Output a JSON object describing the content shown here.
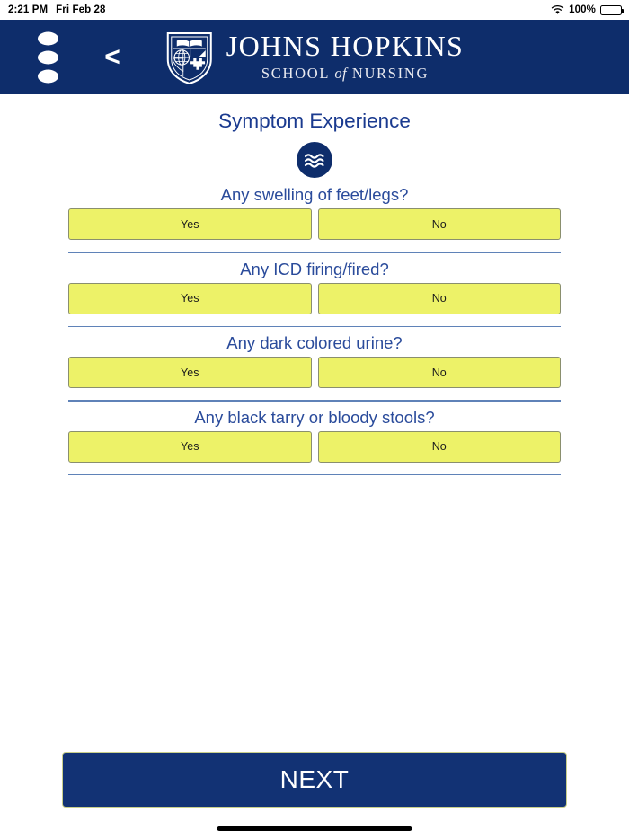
{
  "status_bar": {
    "time": "2:21 PM",
    "date": "Fri Feb 28",
    "wifi_icon": "wifi-icon",
    "battery_percent": "100%",
    "battery_icon": "battery-full-icon"
  },
  "header": {
    "menu_icon": "menu-dots-icon",
    "back_icon": "back-chevron-icon",
    "back_label": "<",
    "logo": {
      "shield_icon": "johns-hopkins-shield-icon",
      "line1": "JOHNS HOPKINS",
      "line2_pre": "SCHOOL",
      "line2_it": "of",
      "line2_post": "NURSING"
    },
    "background_color": "#0e2d6b"
  },
  "main": {
    "title": "Symptom Experience",
    "badge_icon": "waves-icon",
    "accent_color": "#1a3a8f",
    "choice_color": "#edf268",
    "questions": [
      {
        "text": "Any swelling of feet/legs?",
        "options": [
          {
            "label": "Yes",
            "value": "yes"
          },
          {
            "label": "No",
            "value": "no"
          }
        ]
      },
      {
        "text": "Any ICD firing/fired?",
        "options": [
          {
            "label": "Yes",
            "value": "yes"
          },
          {
            "label": "No",
            "value": "no"
          }
        ]
      },
      {
        "text": "Any dark colored urine?",
        "options": [
          {
            "label": "Yes",
            "value": "yes"
          },
          {
            "label": "No",
            "value": "no"
          }
        ]
      },
      {
        "text": "Any black tarry or bloody stools?",
        "options": [
          {
            "label": "Yes",
            "value": "yes"
          },
          {
            "label": "No",
            "value": "no"
          }
        ]
      }
    ]
  },
  "footer": {
    "next_label": "NEXT",
    "next_color": "#123274",
    "home_indicator": "home-indicator"
  }
}
